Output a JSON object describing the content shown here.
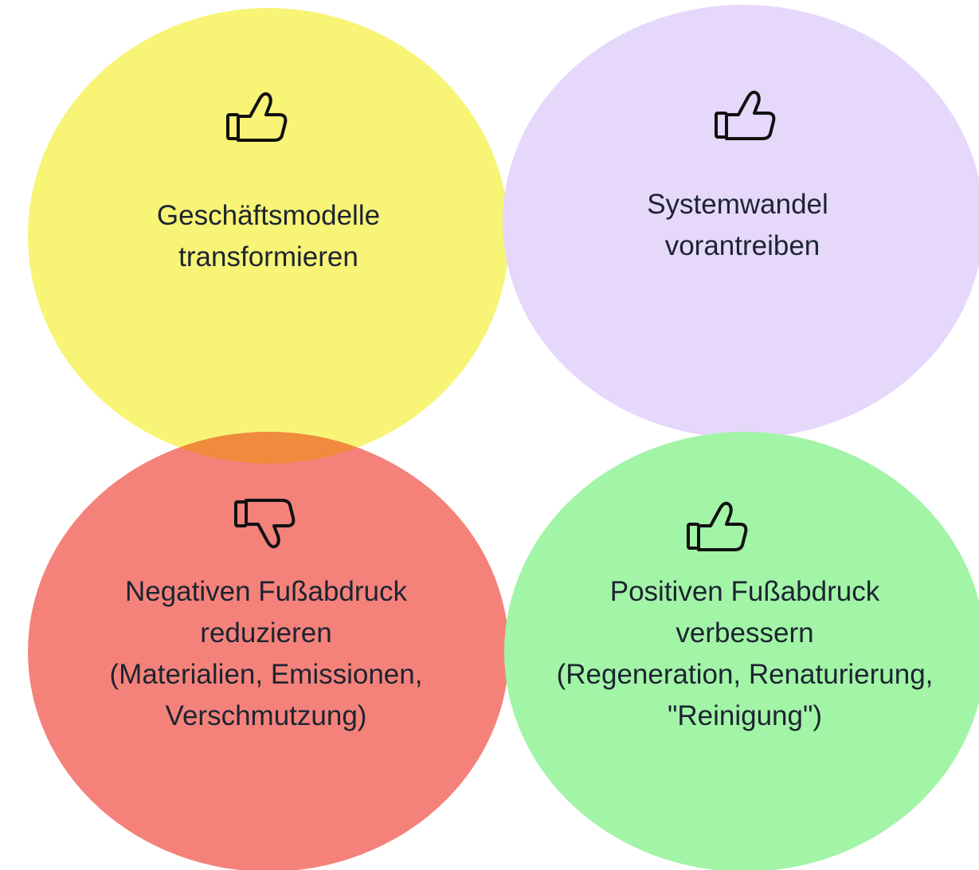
{
  "colors": {
    "yellow": "#f7f476",
    "purple": "#e6d8fb",
    "red": "#f4827b",
    "green": "#a2f4a7",
    "overlap": "#f08a3c",
    "text": "#1c2430"
  },
  "circles": {
    "top_left": {
      "icon": "thumbs-up-icon",
      "lines": [
        "Geschäftsmodelle",
        "transformieren"
      ]
    },
    "top_right": {
      "icon": "thumbs-up-icon",
      "lines": [
        "Systemwandel",
        "vorantreiben"
      ]
    },
    "bottom_left": {
      "icon": "thumbs-down-icon",
      "lines": [
        "Negativen Fußabdruck",
        "reduzieren",
        "(Materialien, Emissionen,",
        "Verschmutzung)"
      ]
    },
    "bottom_right": {
      "icon": "thumbs-up-icon",
      "lines": [
        "Positiven Fußabdruck",
        "verbessern",
        "(Regeneration, Renaturierung,",
        "\"Reinigung\")"
      ]
    }
  }
}
